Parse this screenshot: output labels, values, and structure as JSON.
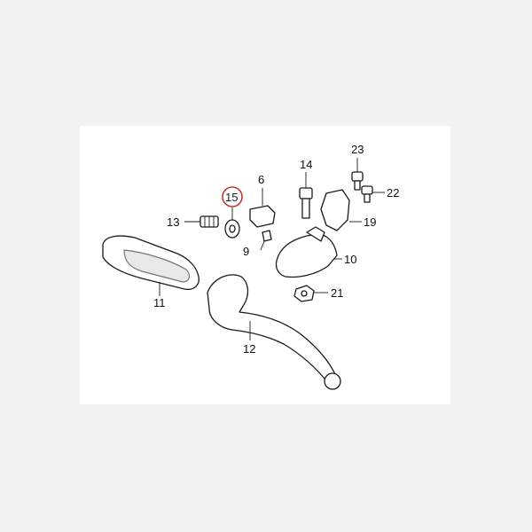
{
  "diagram": {
    "highlight_color": "#c0392b",
    "callouts": [
      {
        "id": "11",
        "label": "11"
      },
      {
        "id": "12",
        "label": "12"
      },
      {
        "id": "13",
        "label": "13"
      },
      {
        "id": "14",
        "label": "14"
      },
      {
        "id": "15",
        "label": "15",
        "highlighted": true
      },
      {
        "id": "6",
        "label": "6"
      },
      {
        "id": "9",
        "label": "9"
      },
      {
        "id": "10",
        "label": "10"
      },
      {
        "id": "19",
        "label": "19"
      },
      {
        "id": "21",
        "label": "21"
      },
      {
        "id": "22",
        "label": "22"
      },
      {
        "id": "23",
        "label": "23"
      }
    ]
  }
}
